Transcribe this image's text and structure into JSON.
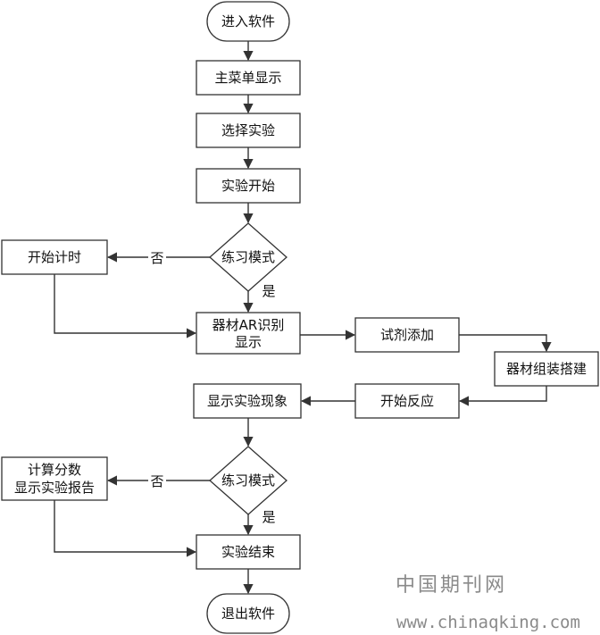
{
  "nodes": {
    "start": "进入软件",
    "main_menu": "主菜单显示",
    "select_exp": "选择实验",
    "exp_start": "实验开始",
    "practice_mode_1": "练习模式",
    "start_timer": "开始计时",
    "ar_recognize_line1": "器材AR识别",
    "ar_recognize_line2": "显示",
    "add_reagent": "试剂添加",
    "assemble": "器材组装搭建",
    "start_reaction": "开始反应",
    "show_phenomenon": "显示实验现象",
    "practice_mode_2": "练习模式",
    "score_line1": "计算分数",
    "score_line2": "显示实验报告",
    "exp_end": "实验结束",
    "exit": "退出软件"
  },
  "edge_labels": {
    "no_1": "否",
    "yes_1": "是",
    "no_2": "否",
    "yes_2": "是"
  },
  "watermark": {
    "title": "中国期刊网",
    "url": "www.chinaqking.com"
  }
}
